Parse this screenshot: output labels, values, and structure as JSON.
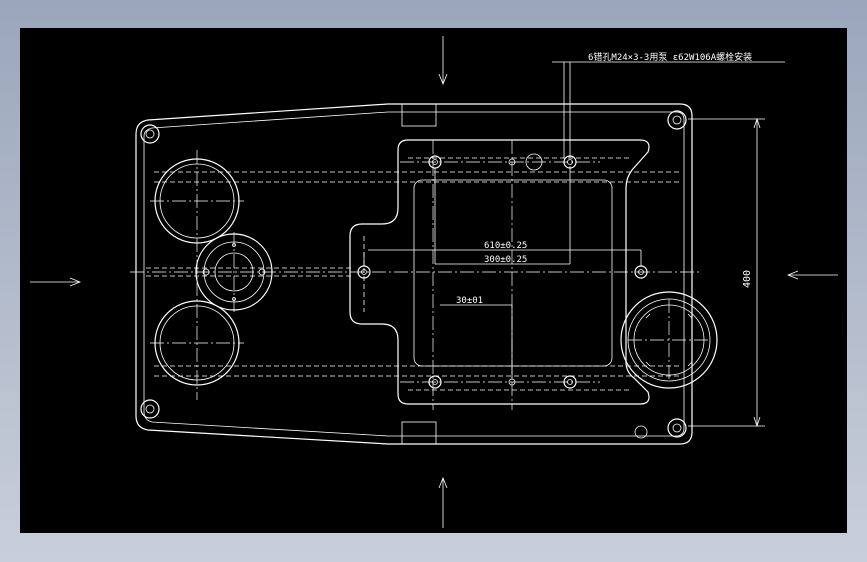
{
  "drawing": {
    "annotations": {
      "hole_note": "6错孔M24×3-3用泵 ε62W106A螺栓安装",
      "dim_610": "610±0.25",
      "dim_300": "300±0.25",
      "dim_30": "30±01",
      "dim_400": "400"
    },
    "colors": {
      "canvas": "#000000",
      "linework": "#ffffff",
      "frame": "#b9c2d2"
    }
  }
}
